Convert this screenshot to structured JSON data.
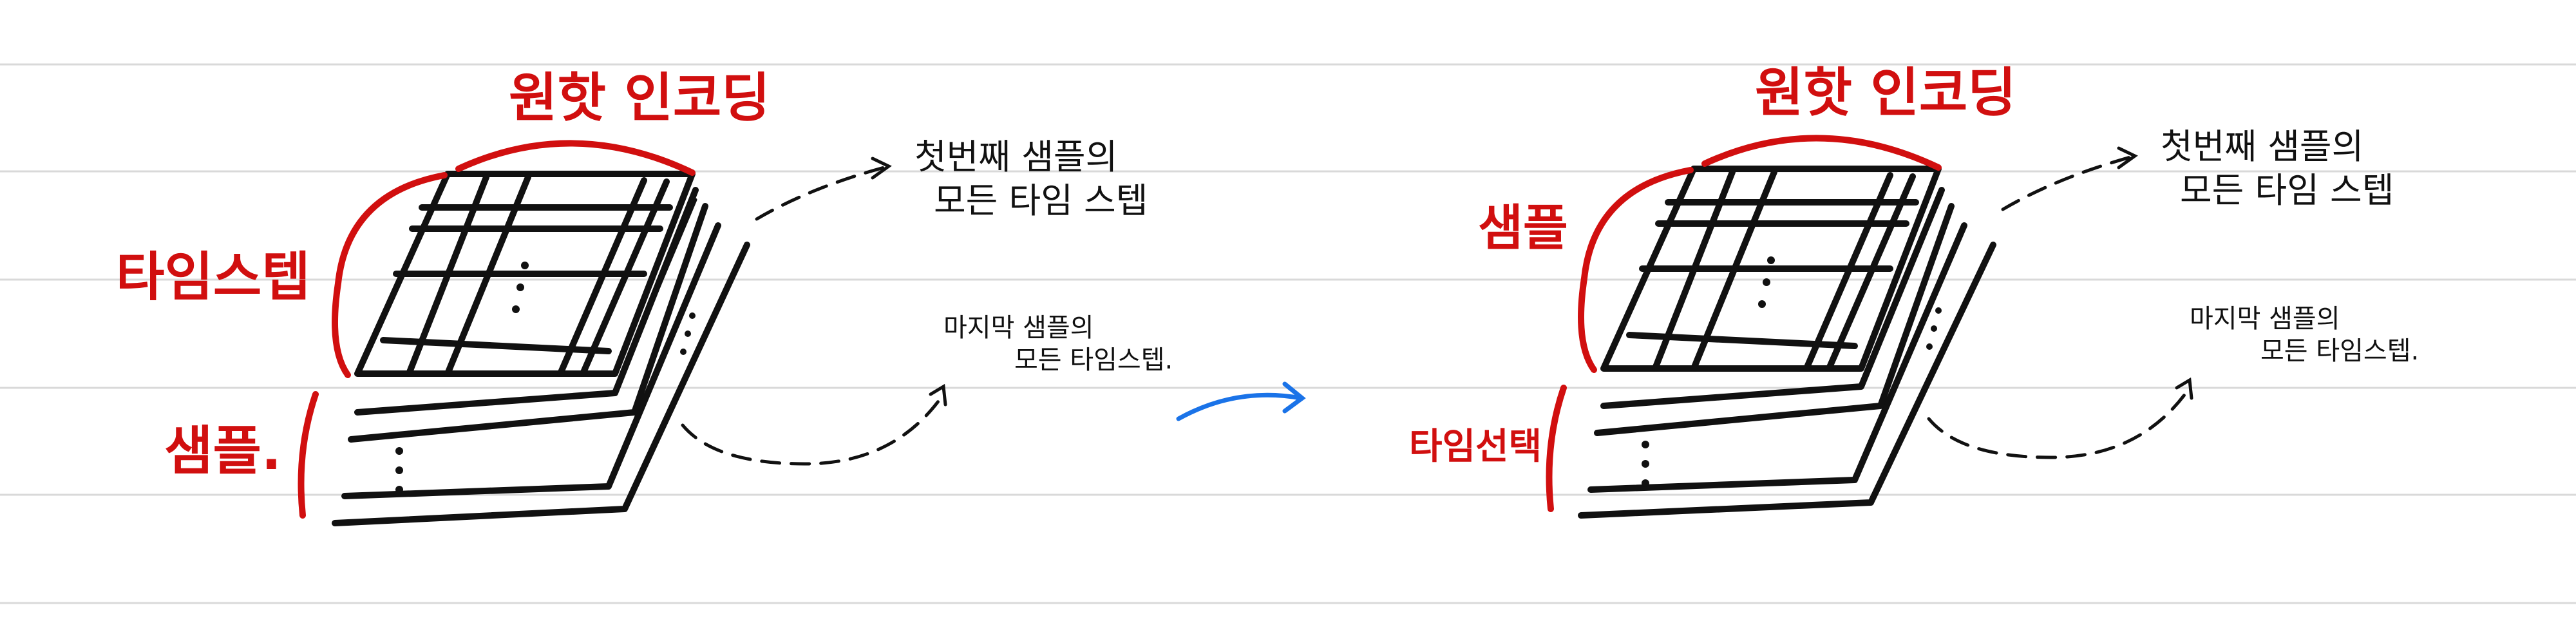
{
  "colors": {
    "ruled_line": "#d9d9d9",
    "ink": "#111111",
    "annotation": "#d10f0f",
    "transform_arrow": "#1a73e8"
  },
  "left_panel": {
    "one_hot_label": "원핫 인코딩",
    "time_step_label": "타임스텝",
    "sample_label": "샘플.",
    "first_sample_note_line1": "첫번째 샘플의",
    "first_sample_note_line2": "모든 타임 스텝",
    "last_sample_note_line1": "마지막 샘플의",
    "last_sample_note_line2": "모든 타임스텝."
  },
  "right_panel": {
    "one_hot_label": "원핫 인코딩",
    "sample_label": "샘플",
    "time_select_label": "타임선택",
    "first_sample_note_line1": "첫번째 샘플의",
    "first_sample_note_line2": "모든 타임 스텝",
    "last_sample_note_line1": "마지막 샘플의",
    "last_sample_note_line2": "모든 타임스텝."
  }
}
